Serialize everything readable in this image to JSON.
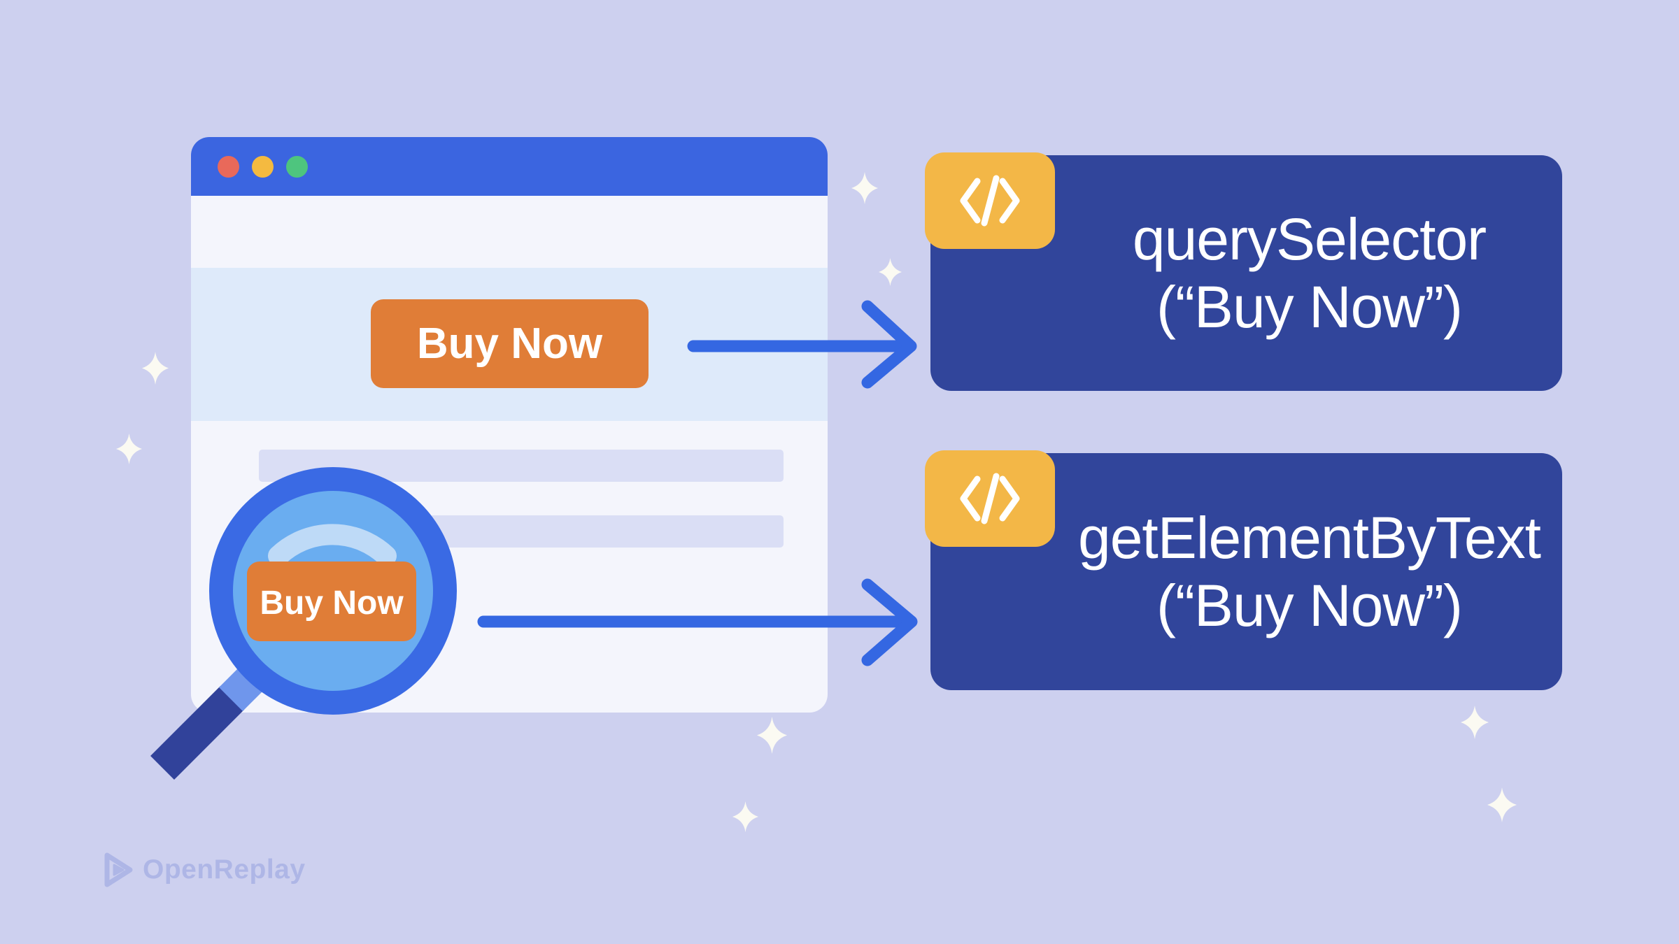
{
  "background_color": "#cdd0ef",
  "browser": {
    "titlebar_color": "#3b65e0",
    "traffic_lights": [
      {
        "name": "close",
        "color": "#e9695a"
      },
      {
        "name": "minimize",
        "color": "#f4ba40"
      },
      {
        "name": "zoom",
        "color": "#4ec57e"
      }
    ],
    "body_color": "#f4f5fc",
    "highlight_band_color": "#deeafa",
    "placeholder_stripe_color": "#dadef5",
    "buy_button": {
      "label": "Buy Now",
      "bg_color": "#e07d37",
      "text_color": "#ffffff"
    }
  },
  "magnifier": {
    "button_label": "Buy Now",
    "ring_color": "#3a6ae4",
    "lens_color": "#6aadf0",
    "highlight_color": "#bedaf7",
    "handle_light_color": "#6f96ec",
    "handle_dark_color": "#31429a",
    "button_bg_color": "#e07d37"
  },
  "arrows": {
    "color": "#3467e2",
    "count": 2
  },
  "cards": [
    {
      "icon": "code-icon",
      "method": "querySelector",
      "argument": "(“Buy Now”)",
      "bg_color": "#31459b",
      "badge_color": "#f3b747",
      "text_color": "#ffffff"
    },
    {
      "icon": "code-icon",
      "method": "getElementByText",
      "argument": "(“Buy Now”)",
      "bg_color": "#31459b",
      "badge_color": "#f3b747",
      "text_color": "#ffffff"
    }
  ],
  "sparkle_color": "#fbfaf2",
  "footer": {
    "brand": "OpenReplay"
  }
}
